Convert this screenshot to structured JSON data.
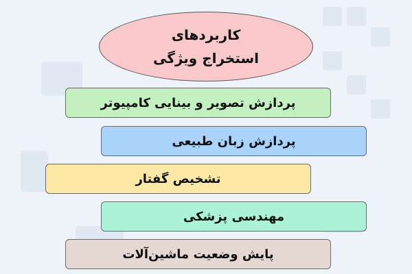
{
  "title": {
    "line1": "کاربردهای",
    "line2": "استخراج ویژگی",
    "color": "#f8c8cb"
  },
  "items": [
    {
      "label": "پردازش تصویر و بینایی کامپیوتر",
      "color": "#c4f0c1"
    },
    {
      "label": "پردازش زبان طبیعی",
      "color": "#a9d3fb"
    },
    {
      "label": "تشخیص گفتار",
      "color": "#fbe7a6"
    },
    {
      "label": "مهندسی پزشکی",
      "color": "#abf2d6"
    },
    {
      "label": "پایش وضعیت ماشین‌آلات",
      "color": "#e5d7d2"
    }
  ]
}
